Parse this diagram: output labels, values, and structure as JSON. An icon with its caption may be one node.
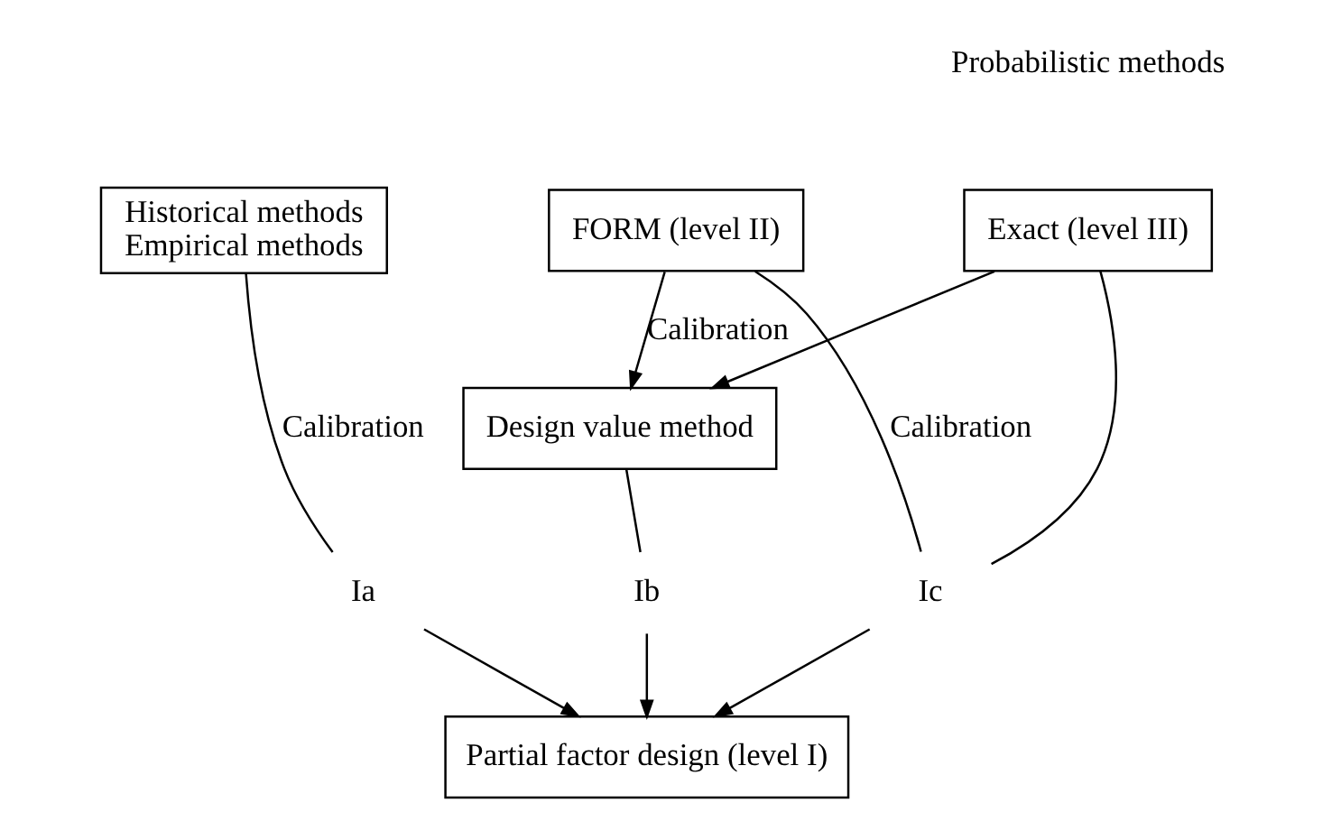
{
  "diagram": {
    "nodes": [
      {
        "text": [
          "Historical methods",
          "Empirical methods"
        ]
      },
      {
        "text": [
          "FORM (level II)"
        ]
      },
      {
        "text": [
          "Exact (level III)"
        ]
      },
      {
        "text": [
          "Design value method"
        ]
      },
      {
        "text": [
          "Ia"
        ]
      },
      {
        "text": [
          "Ib"
        ]
      },
      {
        "text": [
          "Ic"
        ]
      },
      {
        "text": [
          "Partial factor design (level I)"
        ]
      }
    ],
    "edges": [
      {
        "from": 0,
        "to": 4,
        "arrow": "none",
        "label": "Calibration"
      },
      {
        "from": 4,
        "to": 7,
        "arrow": "to"
      },
      {
        "from": 1,
        "to": 3,
        "arrow": "to",
        "label": "Calibration"
      },
      {
        "from": 2,
        "to": 3,
        "arrow": "to"
      },
      {
        "from": 3,
        "to": 5,
        "arrow": "none"
      },
      {
        "from": 5,
        "to": 7,
        "arrow": "to"
      },
      {
        "from": 1,
        "to": 6,
        "arrow": "none",
        "label": "Calibration"
      },
      {
        "from": 2,
        "to": 6,
        "arrow": "none"
      },
      {
        "from": 6,
        "to": 7,
        "arrow": "to"
      }
    ],
    "labels": [
      "Probabilistic methods"
    ]
  }
}
